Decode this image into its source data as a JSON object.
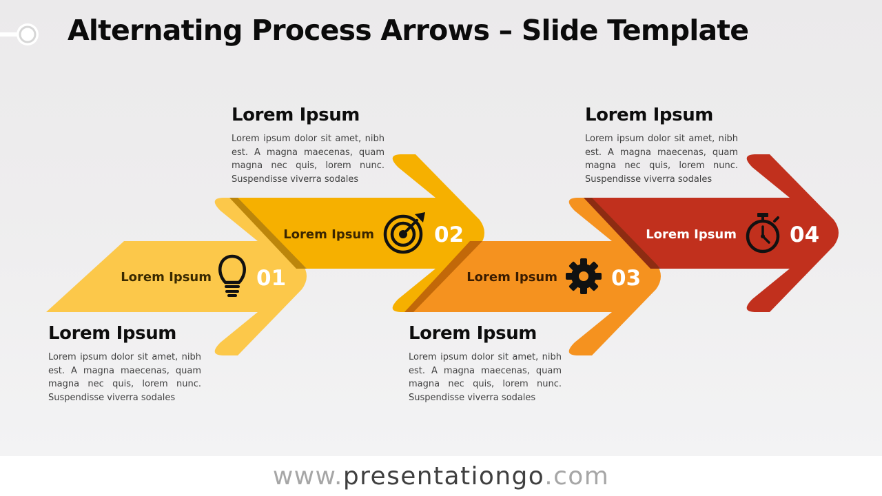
{
  "title": "Alternating Process Arrows – Slide Template",
  "colors": {
    "step1": "#fcc84a",
    "step2": "#f6b000",
    "step3": "#f5921f",
    "step4": "#c1301d"
  },
  "steps": [
    {
      "number": "01",
      "arrow_label": "Lorem Ipsum",
      "icon": "lightbulb-icon",
      "heading": "Lorem Ipsum",
      "text": "Lorem ipsum dolor sit amet, nibh est. A magna maecenas, quam magna nec quis, lorem nunc. Suspendisse viverra sodales"
    },
    {
      "number": "02",
      "arrow_label": "Lorem Ipsum",
      "icon": "target-icon",
      "heading": "Lorem Ipsum",
      "text": "Lorem ipsum dolor sit amet, nibh est. A magna maecenas, quam magna nec quis, lorem nunc. Suspendisse viverra sodales"
    },
    {
      "number": "03",
      "arrow_label": "Lorem Ipsum",
      "icon": "gear-icon",
      "heading": "Lorem Ipsum",
      "text": "Lorem ipsum dolor sit amet, nibh est. A magna maecenas, quam magna nec quis, lorem nunc. Suspendisse viverra sodales"
    },
    {
      "number": "04",
      "arrow_label": "Lorem Ipsum",
      "icon": "stopwatch-icon",
      "heading": "Lorem Ipsum",
      "text": "Lorem ipsum dolor sit amet, nibh est. A magna maecenas, quam magna nec quis, lorem nunc. Suspendisse viverra sodales"
    }
  ],
  "footer": {
    "prefix": "www.",
    "brand": "presentationgo",
    "suffix": ".com"
  }
}
